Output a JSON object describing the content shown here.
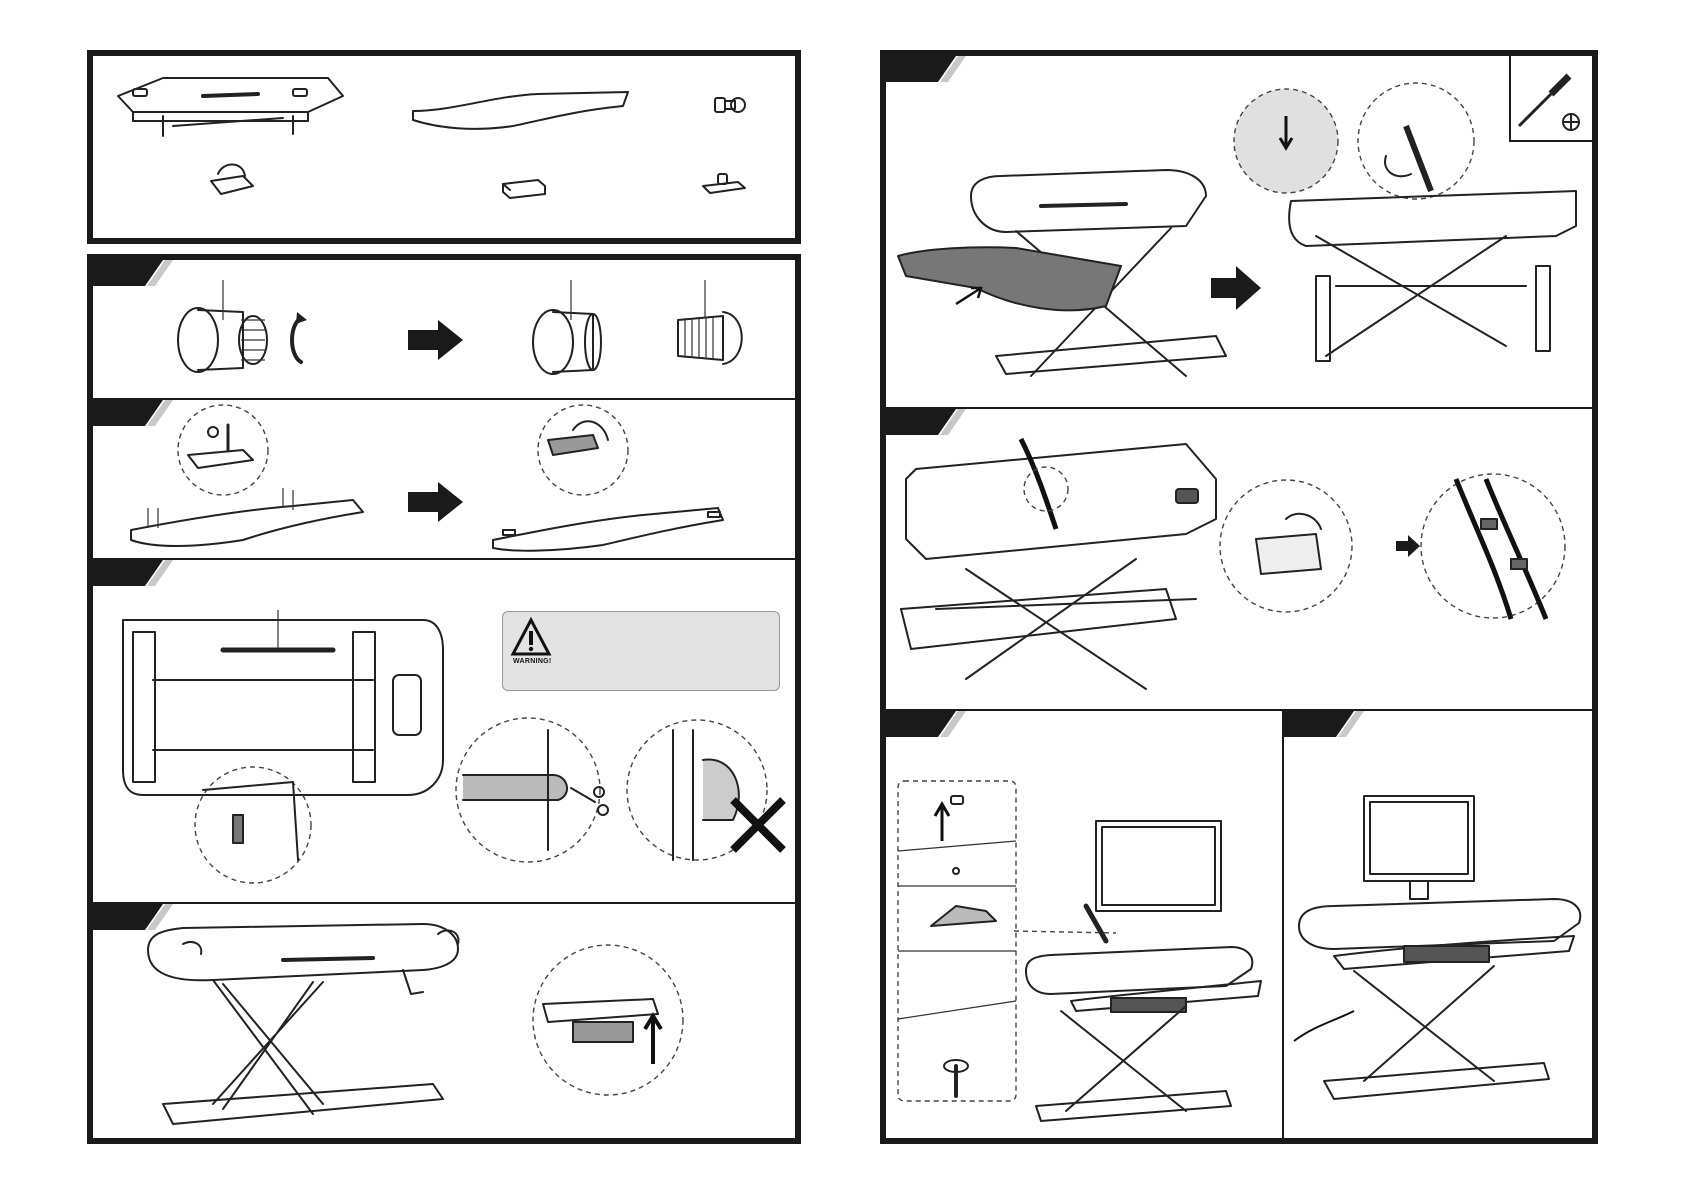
{
  "left_page": {
    "parts_panel": {
      "items": [
        "desktop-unit-part",
        "keyboard-tray-part",
        "grommet-screw-part",
        "cable-clip-part",
        "foam-pad-part",
        "clamp-base-part"
      ]
    },
    "steps": [
      "step-grommet",
      "step-tray-screws",
      "step-remove-strap",
      "step-unlock"
    ],
    "warning": {
      "label": "WARNING!",
      "icon": "warning-triangle-icon"
    }
  },
  "right_page": {
    "tool_icon": "phillips-screwdriver-icon",
    "steps": [
      "step-attach-tray",
      "step-cable-management",
      "step-monitor-arm",
      "step-final-setup"
    ]
  },
  "colors": {
    "border": "#1a1a1a",
    "warning_bg": "#e3e3e3",
    "tab": "#1a1a1a",
    "tab_accent": "#c8c8c8"
  }
}
